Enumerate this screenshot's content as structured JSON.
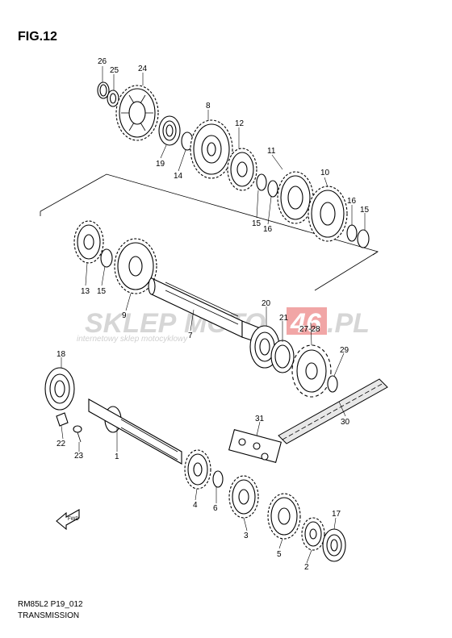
{
  "figure": {
    "title": "FIG.12",
    "code": "RM85L2 P19_012",
    "name": "TRANSMISSION"
  },
  "watermark": {
    "brand_a": "SKLEP",
    "brand_b": "MOTO",
    "brand_c": "46",
    "brand_d": ".PL",
    "tagline": "internetowy sklep motocyklowy",
    "accent_color": "#e03a3a"
  },
  "fwd_label": "FWD",
  "callouts": [
    "26",
    "25",
    "24",
    "8",
    "19",
    "14",
    "12",
    "11",
    "10",
    "15",
    "16",
    "16",
    "15",
    "13",
    "15",
    "9",
    "20",
    "21",
    "27-28",
    "7",
    "29",
    "18",
    "22",
    "23",
    "1",
    "31",
    "30",
    "4",
    "6",
    "3",
    "5",
    "17",
    "2"
  ]
}
